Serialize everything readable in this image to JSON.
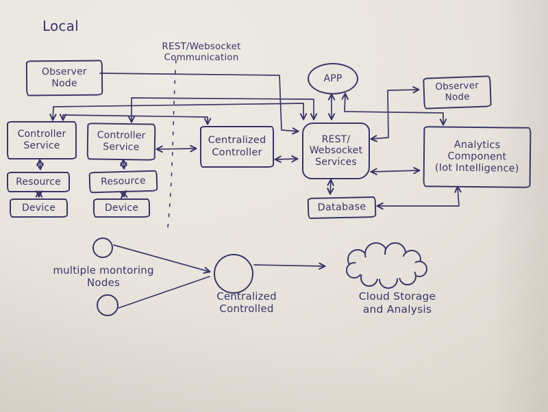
{
  "labels": {
    "local": "Local",
    "rest_comm": "REST/Websocket\nCommunication",
    "monitoring_nodes": "multiple montoring\nNodes",
    "centralized_controlled": "Centralized\nControlled",
    "cloud_storage": "Cloud Storage\nand Analysis"
  },
  "nodes": {
    "observer_left": {
      "label": "Observer\nNode"
    },
    "app": {
      "label": "APP"
    },
    "observer_right": {
      "label": "Observer\nNode"
    },
    "controller_service_1": {
      "label": "Controller\nService"
    },
    "controller_service_2": {
      "label": "Controller\nService"
    },
    "resource_1": {
      "label": "Resource"
    },
    "resource_2": {
      "label": "Resource"
    },
    "device_1": {
      "label": "Device"
    },
    "device_2": {
      "label": "Device"
    },
    "centralized_controller": {
      "label": "Centralized\nController"
    },
    "rest_services": {
      "label": "REST/\nWebsocket\nServices"
    },
    "analytics": {
      "label": "Analytics\nComponent\n(Iot Intelligence)"
    },
    "database": {
      "label": "Database"
    }
  },
  "colors": {
    "ink": "#3a3566",
    "paper": "#e6e2db"
  }
}
